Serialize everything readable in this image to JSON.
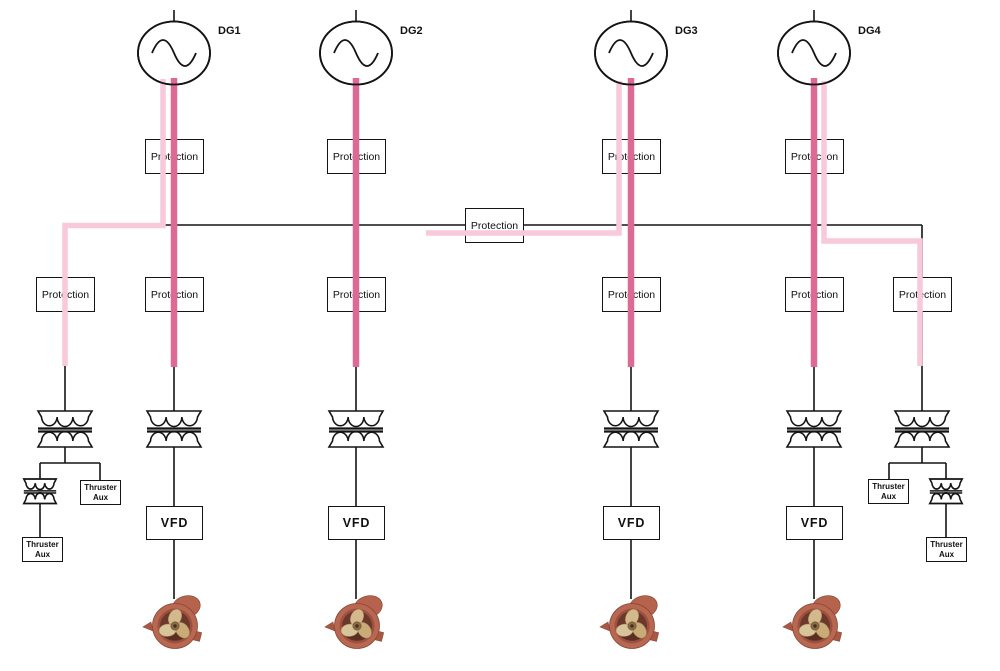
{
  "diagram": {
    "generators": [
      {
        "label": "DG1"
      },
      {
        "label": "DG2"
      },
      {
        "label": "DG3"
      },
      {
        "label": "DG4"
      }
    ],
    "labels": {
      "protection": "Protection",
      "vfd": "VFD",
      "thruster_aux": "Thruster Aux"
    },
    "colors": {
      "line": "#141414",
      "flow_primary": "#dc6a95",
      "flow_secondary": "#f8c8db",
      "thruster_housing": "#b5634d",
      "thruster_blades": "#d3b98c"
    }
  }
}
